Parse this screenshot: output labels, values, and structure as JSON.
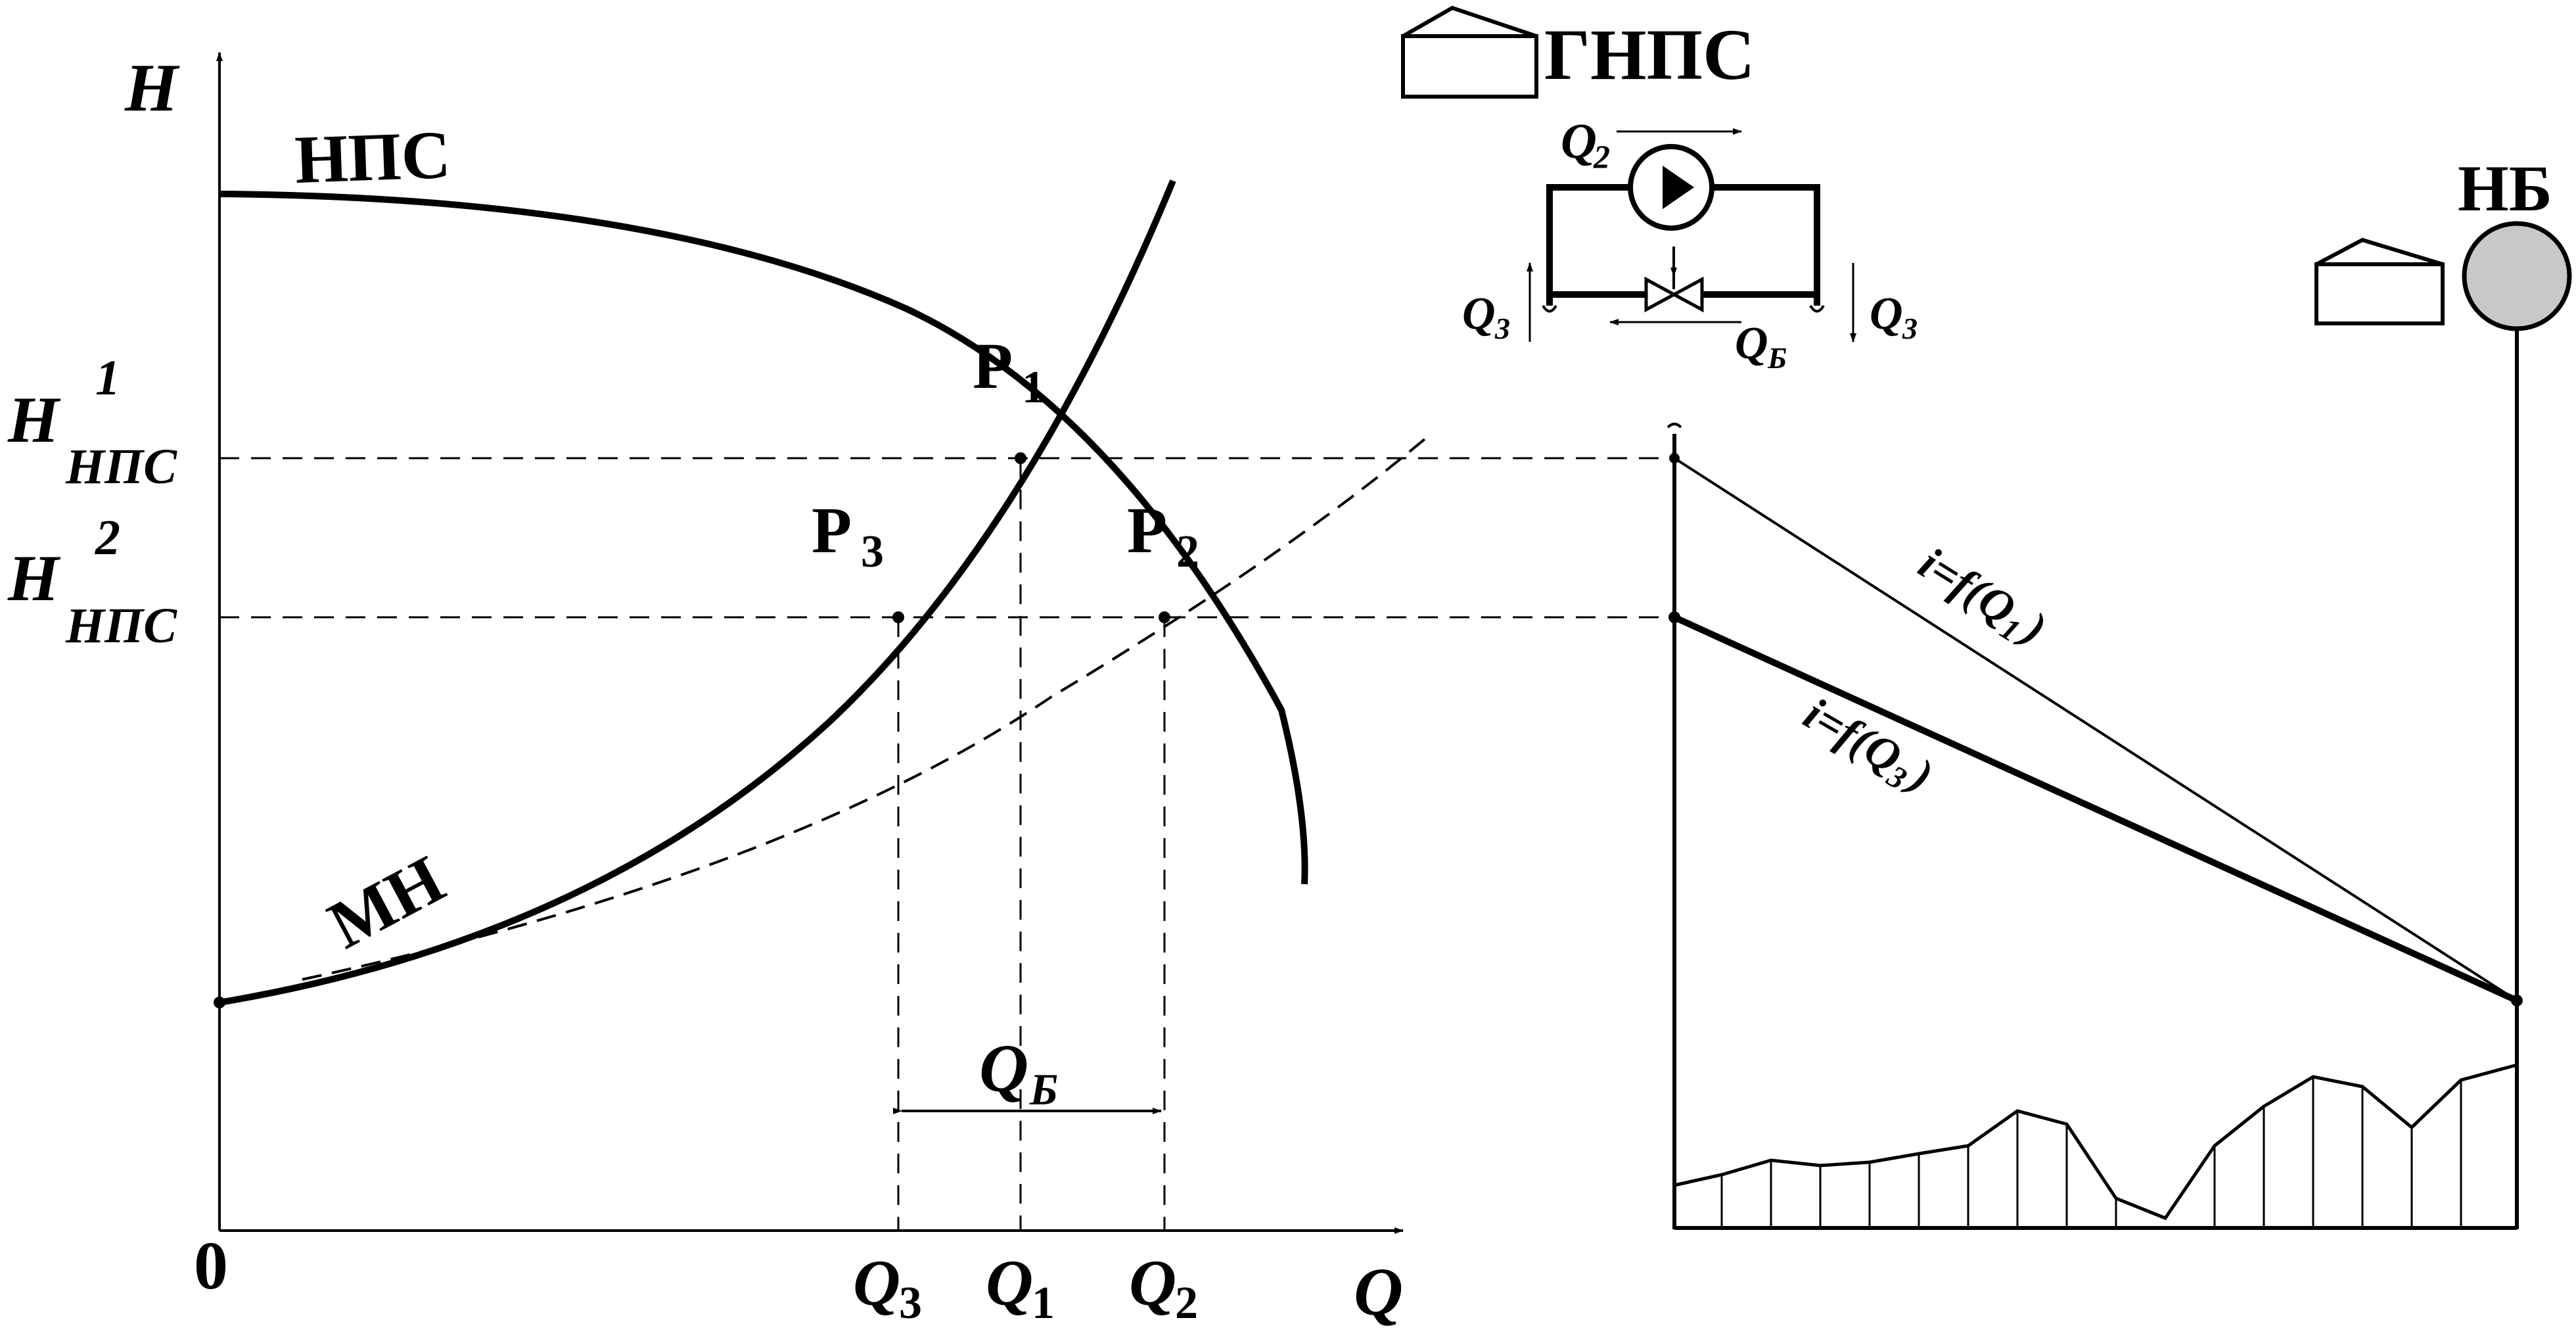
{
  "axes": {
    "y_label": "H",
    "x_label": "Q",
    "origin_label": "0"
  },
  "curves": {
    "pump_label": "НПС",
    "pipeline_label": "МН"
  },
  "head_levels": {
    "h1": {
      "main": "H",
      "sup": "1",
      "sub": "НПС"
    },
    "h2": {
      "main": "H",
      "sup": "2",
      "sub": "НПС"
    }
  },
  "points": {
    "p1": {
      "main": "P",
      "sub": "1"
    },
    "p2": {
      "main": "P",
      "sub": "2"
    },
    "p3": {
      "main": "P",
      "sub": "3"
    }
  },
  "flows": {
    "q3": {
      "main": "Q",
      "sub": "3"
    },
    "q1": {
      "main": "Q",
      "sub": "1"
    },
    "q2": {
      "main": "Q",
      "sub": "2"
    },
    "qb": {
      "main": "Q",
      "sub": "Б"
    }
  },
  "station": {
    "title": "ГНПС",
    "q2": {
      "main": "Q",
      "sub": "2"
    },
    "q3_left": {
      "main": "Q",
      "sub": "3"
    },
    "q3_right": {
      "main": "Q",
      "sub": "3"
    },
    "qb": {
      "main": "Q",
      "sub": "Б"
    }
  },
  "tank": {
    "label": "НБ"
  },
  "profile": {
    "line1": {
      "prefix": "i=f(",
      "q": "Q",
      "sub": "1",
      "suffix": ")"
    },
    "line3": {
      "prefix": "i=f(",
      "q": "Q",
      "sub": "3",
      "suffix": ")"
    }
  }
}
